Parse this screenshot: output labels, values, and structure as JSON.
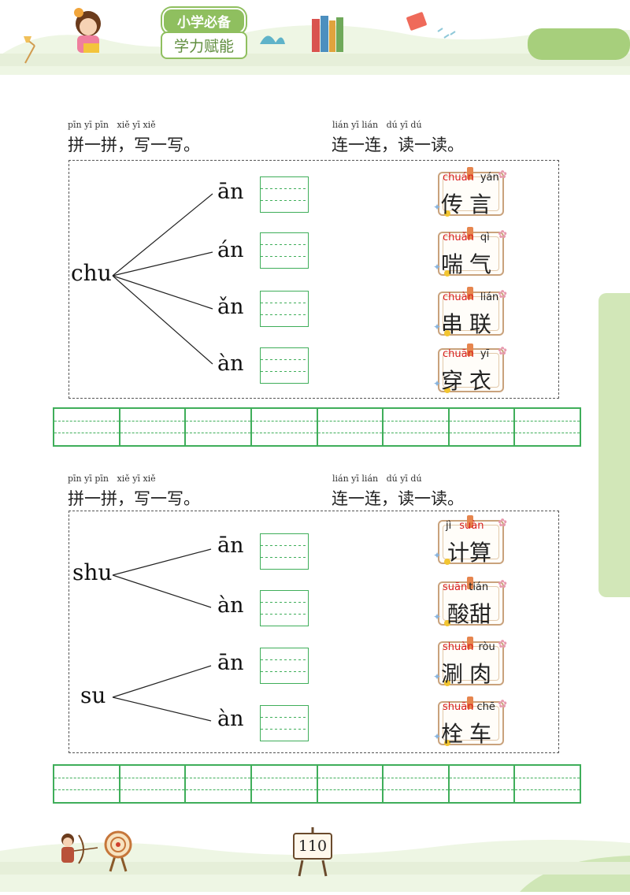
{
  "header": {
    "badge_top": "小学必备",
    "badge_bottom": "学力赋能"
  },
  "sections": [
    {
      "left_pinyin": "pīn yī pīn   xiě yī xiě",
      "left_title": "拼一拼，写一写。",
      "right_pinyin": "lián yī lián   dú yī dú",
      "right_title": "连一连，读一读。",
      "roots": [
        "chu"
      ],
      "finals": [
        "ān",
        "án",
        "ǎn",
        "àn"
      ],
      "cards": [
        {
          "pinyin1": "chuán",
          "pinyin2": "yán",
          "chars": "传言"
        },
        {
          "pinyin1": "chuǎn",
          "pinyin2": "qì",
          "chars": "喘气"
        },
        {
          "pinyin1": "chuàn",
          "pinyin2": "lián",
          "chars": "串联"
        },
        {
          "pinyin1": "chuān",
          "pinyin2": "yī",
          "chars": "穿衣"
        }
      ]
    },
    {
      "left_pinyin": "pīn yī pīn   xiě yī xiě",
      "left_title": "拼一拼，写一写。",
      "right_pinyin": "lián yī lián   dú yī dú",
      "right_title": "连一连，读一读。",
      "roots": [
        "shu",
        "su"
      ],
      "finals": [
        "ān",
        "àn",
        "ān",
        "àn"
      ],
      "cards": [
        {
          "pinyin1": "jì",
          "pinyin2": "suàn",
          "chars": "计算",
          "red": 2
        },
        {
          "pinyin1": "suān",
          "pinyin2": "tián",
          "chars": "酸甜"
        },
        {
          "pinyin1": "shuàn",
          "pinyin2": "ròu",
          "chars": "涮肉"
        },
        {
          "pinyin1": "shuān",
          "pinyin2": "chē",
          "chars": "栓车"
        }
      ]
    }
  ],
  "footer": {
    "page_number": "110"
  },
  "colors": {
    "accent_green": "#3fae5a",
    "header_green": "#8fbf5f",
    "pinyin_red": "#d81e1e"
  }
}
